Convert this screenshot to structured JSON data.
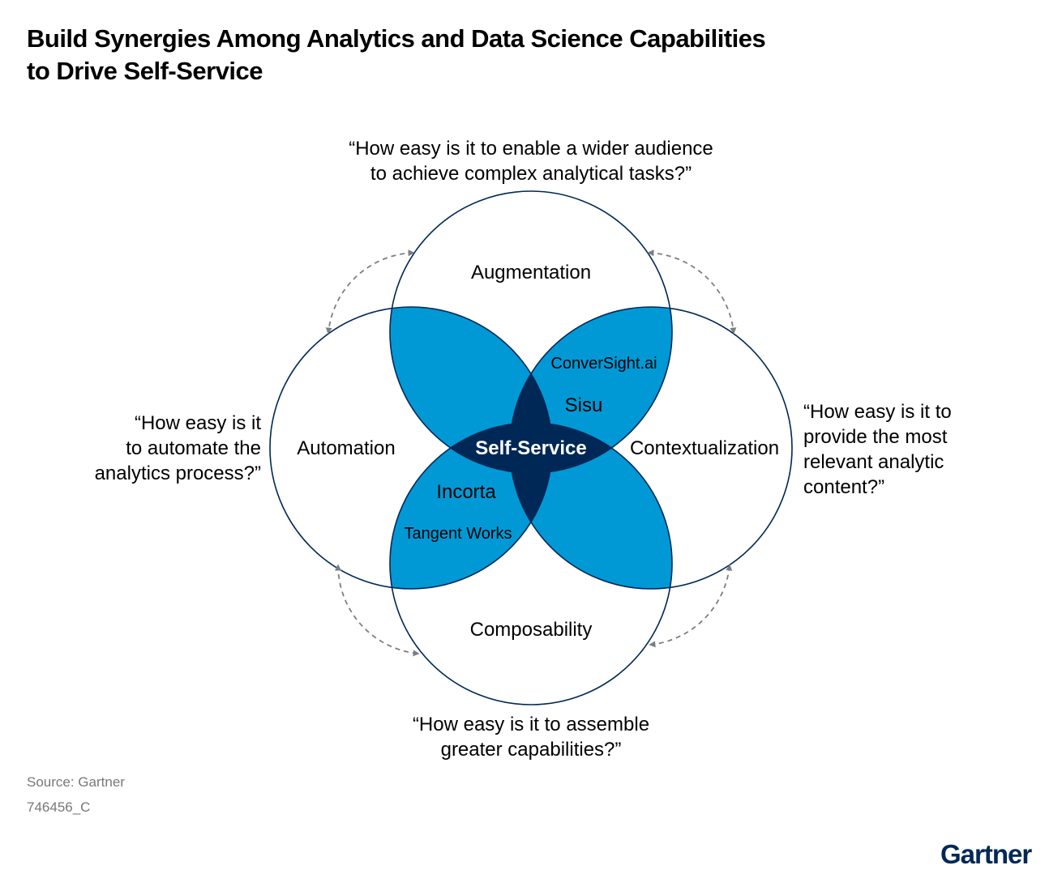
{
  "title": [
    "Build Synergies Among Analytics and Data Science Capabilities",
    "to Drive Self-Service"
  ],
  "questions": {
    "top": [
      "“How easy is it to enable a wider audience",
      "to achieve complex analytical tasks?”"
    ],
    "left": [
      "“How easy is it",
      "to automate the",
      "analytics process?”"
    ],
    "right": [
      "“How easy is it to",
      "provide the most",
      "relevant analytic",
      "content?”"
    ],
    "bottom": [
      "“How easy is it to assemble",
      "greater capabilities?”"
    ]
  },
  "circles": {
    "top": "Augmentation",
    "left": "Automation",
    "right": "Contextualization",
    "bottom": "Composability"
  },
  "center": "Self-Service",
  "vendors": {
    "top_right": [
      "ConverSight.ai",
      "Sisu"
    ],
    "bottom_left": [
      "Incorta",
      "Tangent Works"
    ]
  },
  "colors": {
    "petal": "#0099D6",
    "center": "#002856",
    "outline": "#002856",
    "arrow": "#7a7f83"
  },
  "footer": {
    "source": "Source: Gartner",
    "id": "746456_C"
  },
  "logo": "Gartner"
}
